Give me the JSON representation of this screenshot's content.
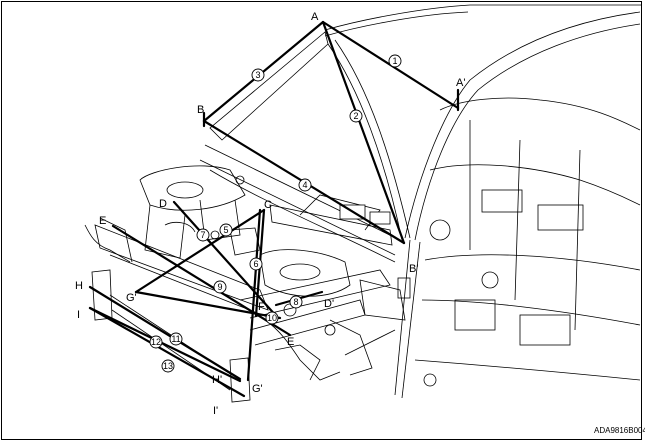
{
  "diagram": {
    "code": "ADA9816B004",
    "points": {
      "A": "A",
      "A_prime": "A'",
      "B": "B",
      "B_prime": "B'",
      "C": "C",
      "D": "D",
      "D_prime": "D'",
      "E": "E",
      "E_prime": "E",
      "F": "F",
      "G": "G'",
      "G_prime": "G'",
      "H": "H",
      "H_prime": "H'",
      "I": "I",
      "I_prime": "I'"
    },
    "dimensions": [
      "1",
      "2",
      "3",
      "4",
      "5",
      "6",
      "7",
      "8",
      "9",
      "10",
      "11",
      "12",
      "13"
    ]
  }
}
